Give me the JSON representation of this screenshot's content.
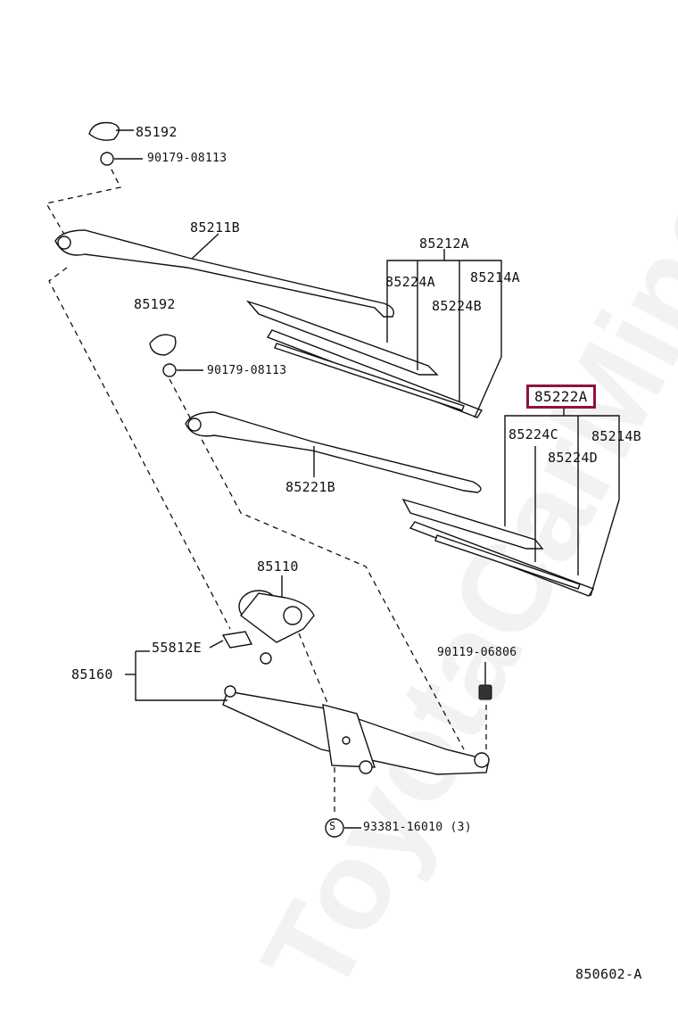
{
  "watermark": "ToyotaCarMine.ru",
  "labels": {
    "p85192_top": "85192",
    "p90179_top": "90179-08113",
    "p85211B": "85211B",
    "p85212A": "85212A",
    "p85224A": "85224A",
    "p85214A": "85214A",
    "p85224B": "85224B",
    "p85192_mid": "85192",
    "p90179_mid": "90179-08113",
    "p85222A": "85222A",
    "p85224C": "85224C",
    "p85214B": "85214B",
    "p85224D": "85224D",
    "p85221B": "85221B",
    "p85110": "85110",
    "p55812E": "55812E",
    "p85160": "85160",
    "p90119": "90119-06806",
    "p93381": "93381-16010 (3)",
    "s_mark": "S",
    "diagram_code": "850602-A"
  },
  "highlight_color": "#8e1538"
}
